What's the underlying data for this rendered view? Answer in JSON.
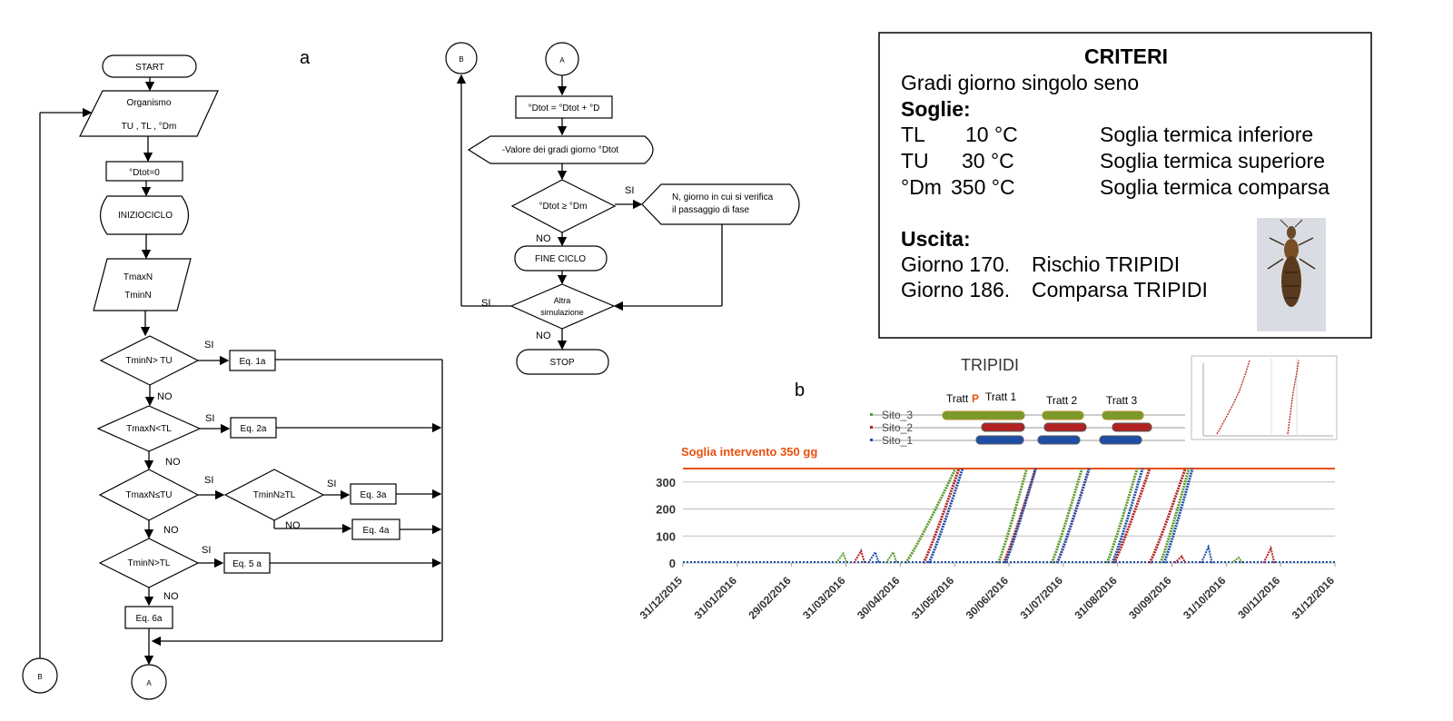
{
  "panel_labels": {
    "a": "a",
    "b": "b"
  },
  "flow_left": {
    "start": "START",
    "organismo": "Organismo",
    "params": "TU , TL , °Dm",
    "init": "°Dtot=0",
    "inizio": "INIZIOCICLO",
    "tmax": "TmaxN",
    "tmin": "TminN",
    "d1": "TminN> TU",
    "d2": "TmaxN<TL",
    "d3": "TmaxN≤TU",
    "d3b": "TminN≥TL",
    "d5": "TminN>TL",
    "eq1": "Eq. 1a",
    "eq2": "Eq. 2a",
    "eq3": "Eq. 3a",
    "eq4": "Eq. 4a",
    "eq5": "Eq. 5 a",
    "eq6": "Eq. 6a",
    "si": "SI",
    "no": "NO",
    "conn_b": "B",
    "conn_a": "A"
  },
  "flow_right": {
    "conn_b": "B",
    "conn_a": "A",
    "accum": "°Dtot = °Dtot + °D",
    "output": "-Valore dei gradi giorno °Dtot",
    "decision": "°Dtot ≥ °Dm",
    "result_line1": "N, giorno in cui si verifica",
    "result_line2": "il passaggio di fase",
    "fine": "FINE CICLO",
    "altra1": "Altra",
    "altra2": "simulazione",
    "stop": "STOP",
    "si": "SI",
    "no": "NO"
  },
  "criteri": {
    "title": "CRITERI",
    "line1": "Gradi giorno singolo seno",
    "soglie_head": "Soglie:",
    "rows": [
      {
        "k": "TL",
        "v": "10 °C",
        "d": "Soglia termica inferiore"
      },
      {
        "k": "TU",
        "v": "30 °C",
        "d": "Soglia termica superiore"
      },
      {
        "k": "°Dm",
        "v": "350 °C",
        "d": "Soglia termica comparsa"
      }
    ],
    "uscita_head": "Uscita:",
    "out1_day": "Giorno 170.",
    "out1_txt": "Rischio TRIPIDI",
    "out2_day": "Giorno 186.",
    "out2_txt": "Comparsa TRIPIDI"
  },
  "chart_data": {
    "type": "line",
    "title": "TRIPIDI",
    "threshold_label": "Soglia intervento  350 gg",
    "threshold": 350,
    "ylim": [
      0,
      370
    ],
    "yticks": [
      0,
      100,
      200,
      300
    ],
    "x_ticks": [
      "31/12/2015",
      "31/01/2016",
      "29/02/2016",
      "31/03/2016",
      "30/04/2016",
      "31/05/2016",
      "30/06/2016",
      "31/07/2016",
      "31/08/2016",
      "30/09/2016",
      "31/10/2016",
      "30/11/2016",
      "31/12/2016"
    ],
    "treatments": [
      "Tratt",
      "P",
      "Tratt 1",
      "Tratt 2",
      "Tratt 3"
    ],
    "legend": [
      "Sito_3",
      "Sito_2",
      "Sito_1"
    ],
    "colors": {
      "Sito_3": "#5a9a2a",
      "Sito_2": "#b22222",
      "Sito_1": "#1f4ea8",
      "threshold": "#e8500f"
    },
    "series": [
      {
        "name": "Sito_3",
        "cycles": [
          [
            125,
            153
          ],
          [
            177,
            193
          ],
          [
            207,
            224
          ],
          [
            238,
            255
          ],
          [
            268,
            284
          ]
        ]
      },
      {
        "name": "Sito_2",
        "cycles": [
          [
            135,
            155
          ],
          [
            180,
            198
          ],
          [
            210,
            228
          ],
          [
            242,
            262
          ],
          [
            262,
            282
          ]
        ]
      },
      {
        "name": "Sito_1",
        "cycles": [
          [
            138,
            157
          ],
          [
            181,
            198
          ],
          [
            210,
            228
          ],
          [
            241,
            258
          ],
          [
            270,
            286
          ]
        ]
      }
    ]
  }
}
